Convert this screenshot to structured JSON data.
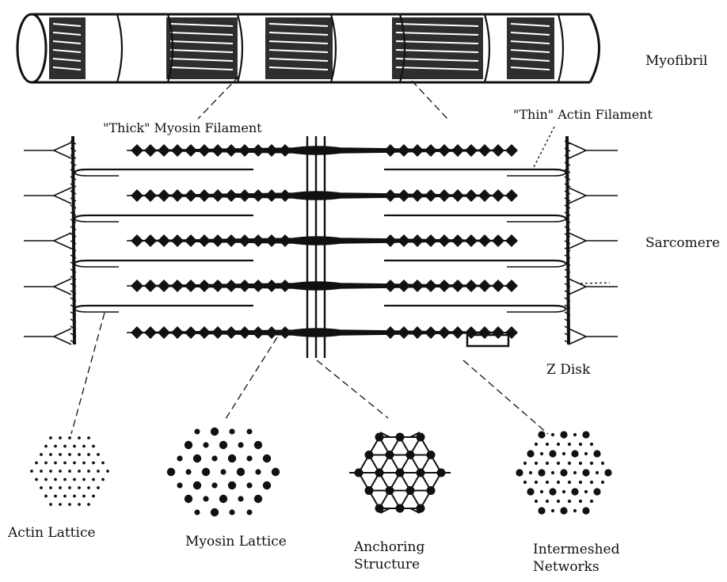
{
  "labels": {
    "myofibril": "Myofibril",
    "thick_filament": "\"Thick\" Myosin Filament",
    "thin_filament": "\"Thin\" Actin Filament",
    "sarcomere": "Sarcomere",
    "z_disk": "Z Disk",
    "actin_lattice": "Actin Lattice",
    "myosin_lattice": "Myosin Lattice",
    "anchoring_line1": "Anchoring",
    "anchoring_line2": "Structure",
    "intermeshed_line1": "Intermeshed",
    "intermeshed_line2": "Networks"
  },
  "colors": {
    "ink": "#111111",
    "paper": "#ffffff"
  }
}
